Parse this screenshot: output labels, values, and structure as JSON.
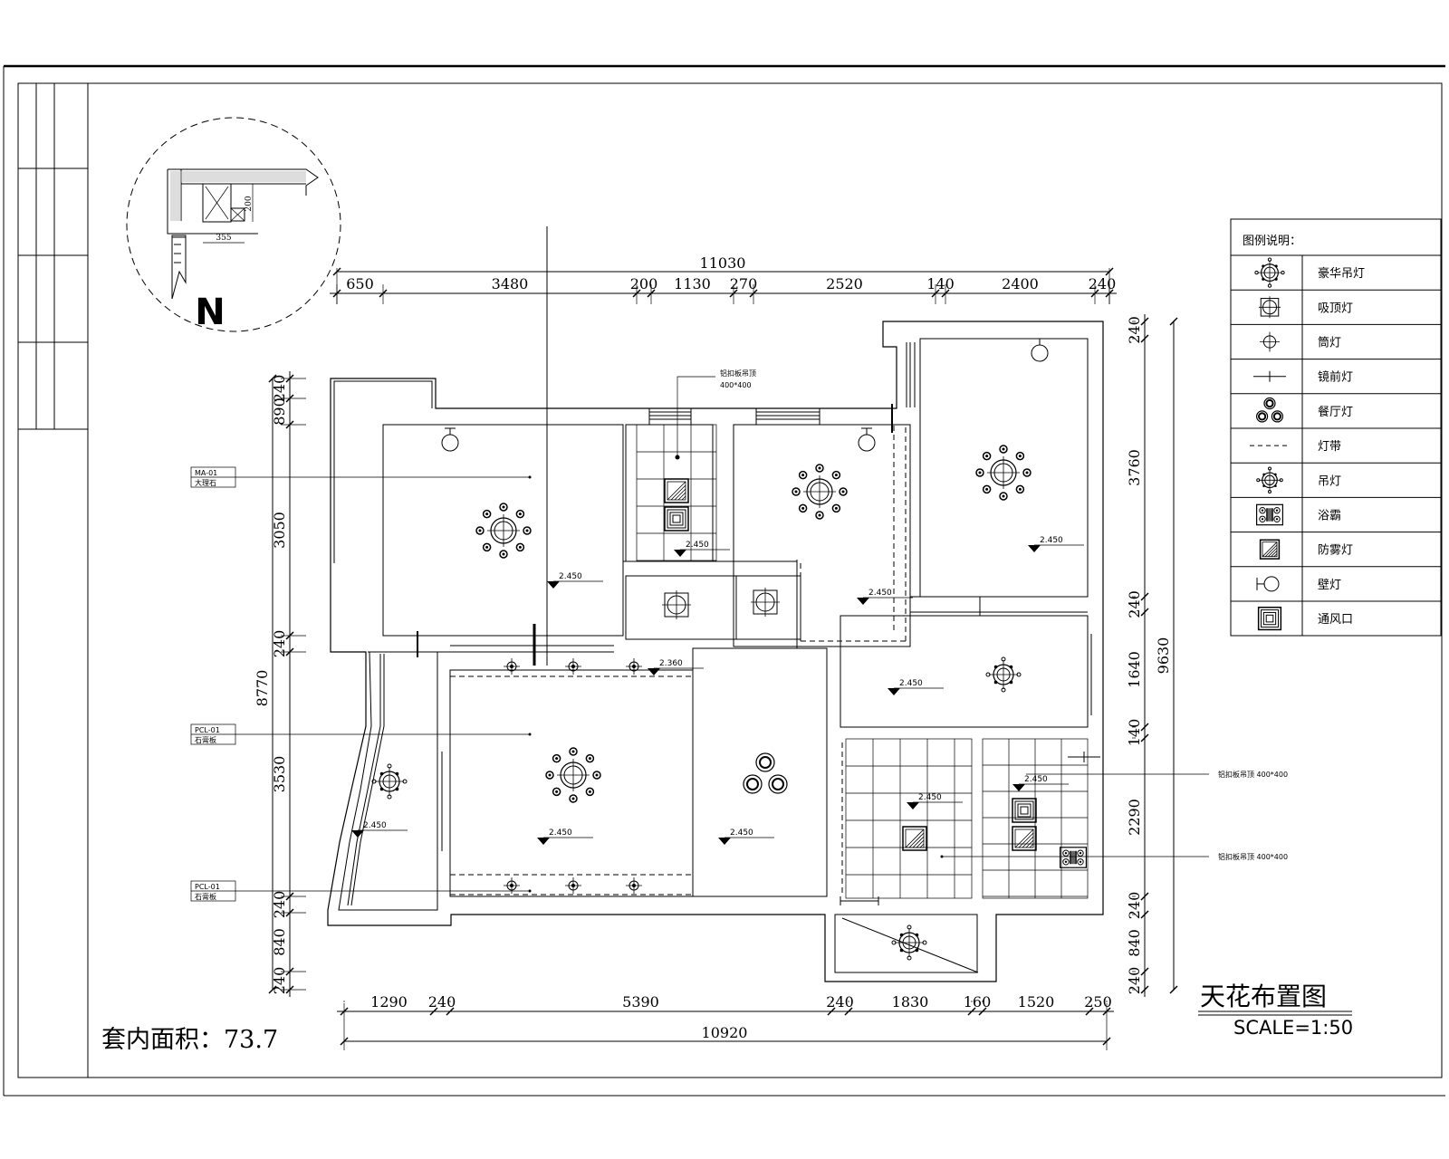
{
  "drawing": {
    "title": "天花布置图",
    "scale": "SCALE=1:50",
    "area_text": "套内面积：73.7",
    "north": "N"
  },
  "detail": {
    "dim_v": "200",
    "dim_h": "355"
  },
  "legend": {
    "heading": "图例说明：",
    "items": [
      {
        "icon": "luxury-chandelier-icon",
        "label": "豪华吊灯"
      },
      {
        "icon": "ceiling-light-icon",
        "label": "吸顶灯"
      },
      {
        "icon": "downlight-icon",
        "label": "筒灯"
      },
      {
        "icon": "mirror-light-icon",
        "label": "镜前灯"
      },
      {
        "icon": "dining-light-icon",
        "label": "餐厅灯"
      },
      {
        "icon": "light-strip-icon",
        "label": "灯带"
      },
      {
        "icon": "pendant-light-icon",
        "label": "吊灯"
      },
      {
        "icon": "bath-heater-icon",
        "label": "浴霸"
      },
      {
        "icon": "fog-proof-light-icon",
        "label": "防雾灯"
      },
      {
        "icon": "wall-light-icon",
        "label": "壁灯"
      },
      {
        "icon": "vent-icon",
        "label": "通风口"
      }
    ]
  },
  "dimensions": {
    "top_total": "11030",
    "top": [
      "650",
      "3480",
      "200",
      "1130",
      "270",
      "2520",
      "140",
      "2400",
      "240"
    ],
    "bottom_total": "10920",
    "bottom": [
      "1290",
      "240",
      "5390",
      "240",
      "1830",
      "160",
      "1520",
      "250"
    ],
    "left_total": "8770",
    "left": [
      "240",
      "890",
      "3050",
      "240",
      "3530",
      "240",
      "840",
      "240"
    ],
    "right_total": "9630",
    "right": [
      "240",
      "3760",
      "240",
      "1640",
      "140",
      "2290",
      "240",
      "840",
      "240"
    ]
  },
  "levels": {
    "h2450": "2.450",
    "h2360": "2.360"
  },
  "tags": {
    "ma01": "MA-01",
    "ma01_sub": "大理石",
    "pcl01": "PCL-01",
    "pcl01_sub": "石膏板",
    "alu": "铝扣板吊顶",
    "alu_size": "400*400",
    "alu_full": "铝扣板吊顶 400*400"
  }
}
